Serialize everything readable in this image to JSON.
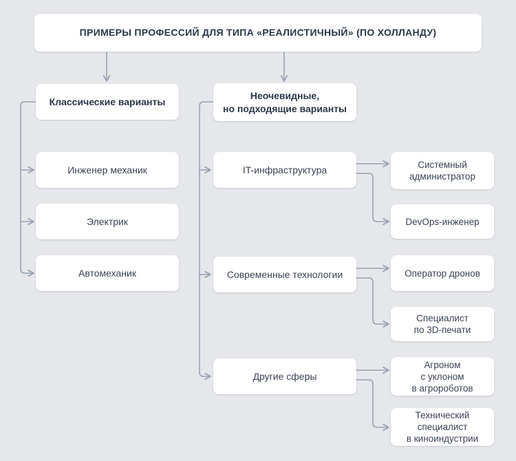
{
  "page": {
    "background_color": "#e5e7ea",
    "box_color": "#ffffff",
    "connector_color": "#99a1b0",
    "heading_text_color": "#2c3648",
    "text_color": "#3a4251"
  },
  "chart": {
    "title": "ПРИМЕРЫ ПРОФЕССИЙ ДЛЯ ТИПА «РЕАЛИСТИЧНЫЙ» (ПО ХОЛЛАНДУ)",
    "branches": {
      "classic": {
        "header": "Классические варианты",
        "items": [
          "Инженер механик",
          "Электрик",
          "Автомеханик"
        ]
      },
      "non_obvious": {
        "header": "Неочевидные,\nно подходящие варианты",
        "groups": [
          {
            "label": "IT-инфраструктура",
            "children": [
              "Системный\nадминистратор",
              "DevOps-инженер"
            ]
          },
          {
            "label": "Современные технологии",
            "children": [
              "Оператор дронов",
              "Специалист\nпо 3D-печати"
            ]
          },
          {
            "label": "Другие сферы",
            "children": [
              "Агроном\nс уклоном\nв агророботов",
              "Технический\nспециалист\nв киноиндустрии"
            ]
          }
        ]
      }
    }
  }
}
